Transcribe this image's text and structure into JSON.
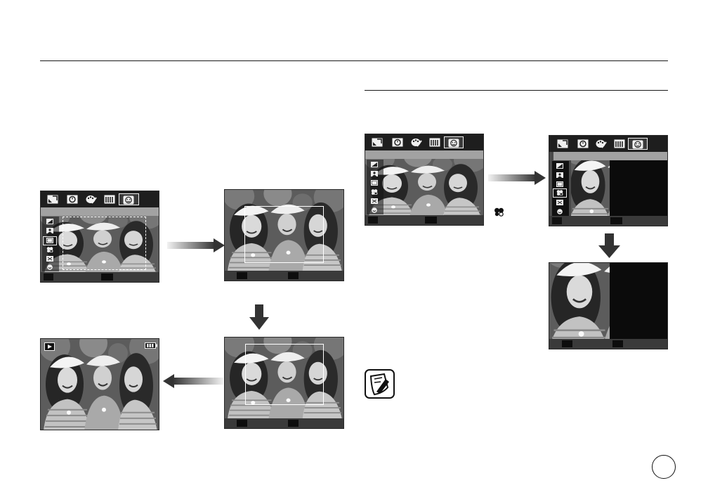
{
  "page": {
    "number": ""
  },
  "colors": {
    "rule": "#1a1a1a",
    "screen_toolbar": "#1e1e1e",
    "menu_bar": "#a2a2a2",
    "softkey": "#0d0d0d",
    "focus_frame": "#ffffff",
    "arrow_dark": "#333333"
  },
  "menu_tabs": [
    {
      "icon": "image-size-icon"
    },
    {
      "icon": "self-timer-icon"
    },
    {
      "icon": "color-effect-icon"
    },
    {
      "icon": "sharpness-icon"
    },
    {
      "icon": "face-detection-icon",
      "selected": true
    }
  ],
  "menu_side_icons": [
    {
      "icon": "exposure-icon"
    },
    {
      "icon": "portrait-icon"
    },
    {
      "icon": "focus-area-icon"
    },
    {
      "icon": "face-group-icon"
    },
    {
      "icon": "self-portrait-icon"
    },
    {
      "icon": "smile-shot-icon"
    }
  ],
  "screens": [
    {
      "id": "menu-focus-area",
      "selected_side_icon": "focus-area-icon"
    },
    {
      "id": "focus-frame-1"
    },
    {
      "id": "focus-frame-2"
    },
    {
      "id": "playback",
      "icons": [
        "playback-icon",
        "battery-icon"
      ]
    },
    {
      "id": "menu-face-detect"
    },
    {
      "id": "menu-face-group-selected",
      "selected_side_icon": "face-group-icon"
    },
    {
      "id": "face-zoom-result"
    }
  ],
  "inline_icon": "face-group-icon",
  "note": {
    "icon": "note-pencil-icon"
  }
}
